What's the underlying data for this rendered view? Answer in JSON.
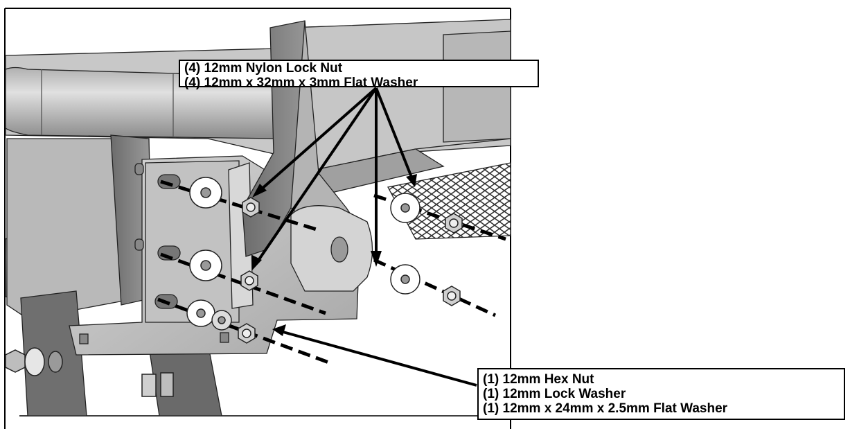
{
  "callouts": {
    "top": {
      "line1": "(4) 12mm Nylon Lock Nut",
      "line2": "(4) 12mm x 32mm x 3mm Flat Washer"
    },
    "bottom": {
      "line1": "(1) 12mm Hex Nut",
      "line2": "(1) 12mm Lock Washer",
      "line3": "(1) 12mm x 24mm x 2.5mm Flat Washer"
    }
  },
  "colors": {
    "background": "#ffffff",
    "outline": "#000000",
    "metal_light": "#d9d9d9",
    "metal_mid": "#b3b3b3",
    "metal_dark": "#7a7a7a"
  }
}
